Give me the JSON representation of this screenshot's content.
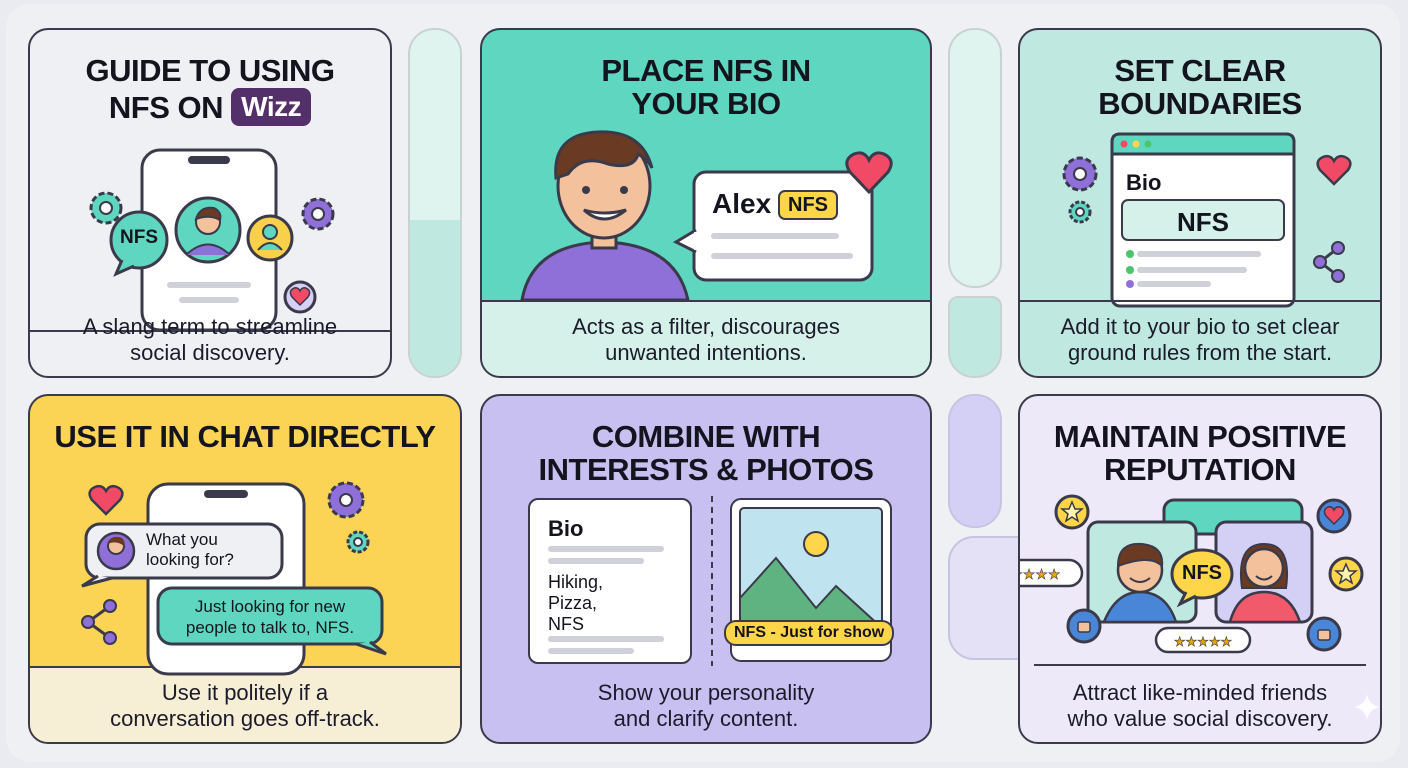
{
  "panels": {
    "guide": {
      "title_line1": "GUIDE TO USING",
      "title_line2": "NFS ON",
      "brand": "Wizz",
      "badge": "NFS",
      "caption_line1": "A slang term to streamline",
      "caption_line2": "social discovery."
    },
    "bio": {
      "title_line1": "PLACE NFS IN",
      "title_line2": "YOUR BIO",
      "name": "Alex",
      "tag": "NFS",
      "caption_line1": "Acts as a filter, discourages",
      "caption_line2": "unwanted intentions."
    },
    "boundaries": {
      "title_line1": "SET CLEAR",
      "title_line2": "BOUNDARIES",
      "bio_label": "Bio",
      "field_value": "NFS",
      "caption_line1": "Add it to your bio to set clear",
      "caption_line2": "ground rules from the start."
    },
    "chat": {
      "title": "USE IT IN CHAT DIRECTLY",
      "question_line1": "What you",
      "question_line2": "looking for?",
      "reply_line1": "Just looking for new",
      "reply_line2": "people to talk to, NFS.",
      "caption_line1": "Use it politely if a",
      "caption_line2": "conversation goes off-track."
    },
    "combine": {
      "title_line1": "COMBINE WITH",
      "title_line2": "INTERESTS & PHOTOS",
      "bio_label": "Bio",
      "interest1": "Hiking,",
      "interest2": "Pizza,",
      "interest3": "NFS",
      "photo_tag": "NFS - Just for show",
      "caption_line1": "Show your personality",
      "caption_line2": "and clarify content."
    },
    "reputation": {
      "title_line1": "MAINTAIN POSITIVE",
      "title_line2": "REPUTATION",
      "badge": "NFS",
      "caption_line1": "Attract like-minded friends",
      "caption_line2": "who value social discovery."
    }
  },
  "colors": {
    "mint": "#5fd6c0",
    "mint_light": "#d6f1ea",
    "yellow": "#fbd455",
    "lavender": "#c9c0f2",
    "purple_avatar": "#8f6fd8",
    "badge_yellow": "#ffd54a",
    "heart": "#f04a66",
    "brand_purple": "#54306a"
  }
}
